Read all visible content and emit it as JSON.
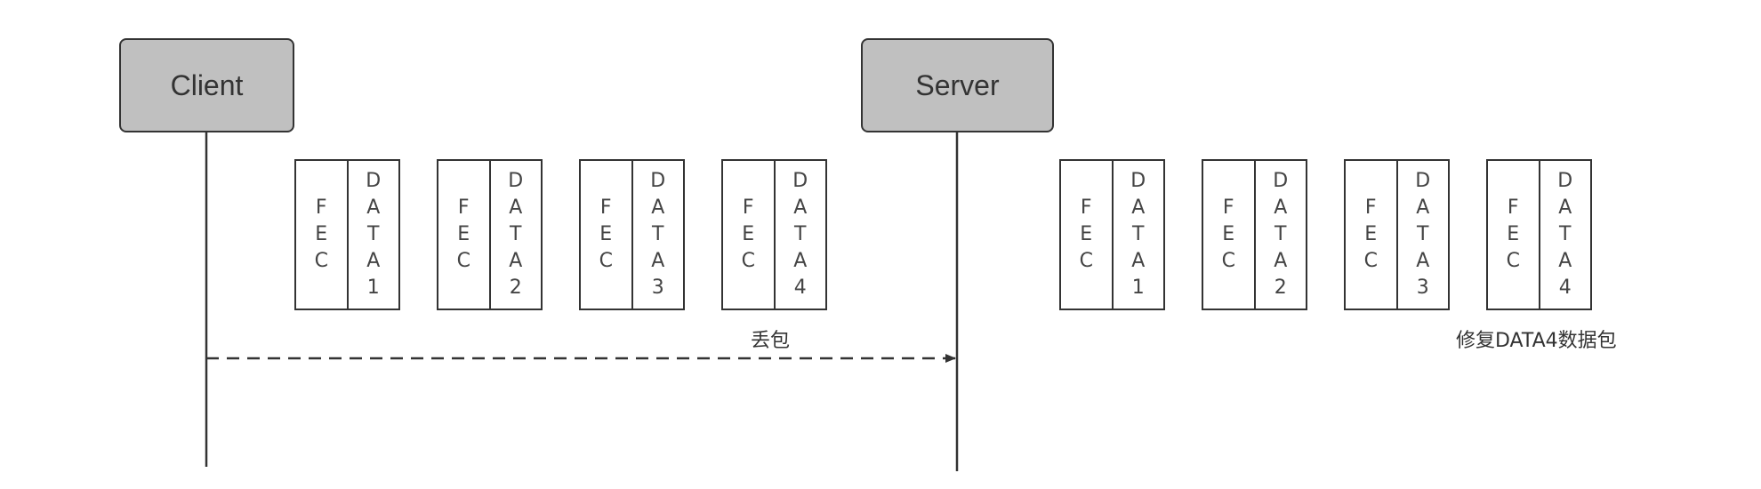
{
  "client": {
    "label": "Client"
  },
  "server": {
    "label": "Server"
  },
  "sent_packets": [
    {
      "fec": [
        "F",
        "E",
        "C"
      ],
      "data": [
        "D",
        "A",
        "T",
        "A",
        "1"
      ]
    },
    {
      "fec": [
        "F",
        "E",
        "C"
      ],
      "data": [
        "D",
        "A",
        "T",
        "A",
        "2"
      ]
    },
    {
      "fec": [
        "F",
        "E",
        "C"
      ],
      "data": [
        "D",
        "A",
        "T",
        "A",
        "3"
      ]
    },
    {
      "fec": [
        "F",
        "E",
        "C"
      ],
      "data": [
        "D",
        "A",
        "T",
        "A",
        "4"
      ]
    }
  ],
  "received_packets": [
    {
      "fec": [
        "F",
        "E",
        "C"
      ],
      "data": [
        "D",
        "A",
        "T",
        "A",
        "1"
      ]
    },
    {
      "fec": [
        "F",
        "E",
        "C"
      ],
      "data": [
        "D",
        "A",
        "T",
        "A",
        "2"
      ]
    },
    {
      "fec": [
        "F",
        "E",
        "C"
      ],
      "data": [
        "D",
        "A",
        "T",
        "A",
        "3"
      ]
    },
    {
      "fec": [
        "F",
        "E",
        "C"
      ],
      "data": [
        "D",
        "A",
        "T",
        "A",
        "4"
      ]
    }
  ],
  "labels": {
    "loss": "丢包",
    "recover": "修复DATA4数据包"
  },
  "colors": {
    "actor_fill": "#c0c0c0",
    "stroke": "#333333"
  }
}
